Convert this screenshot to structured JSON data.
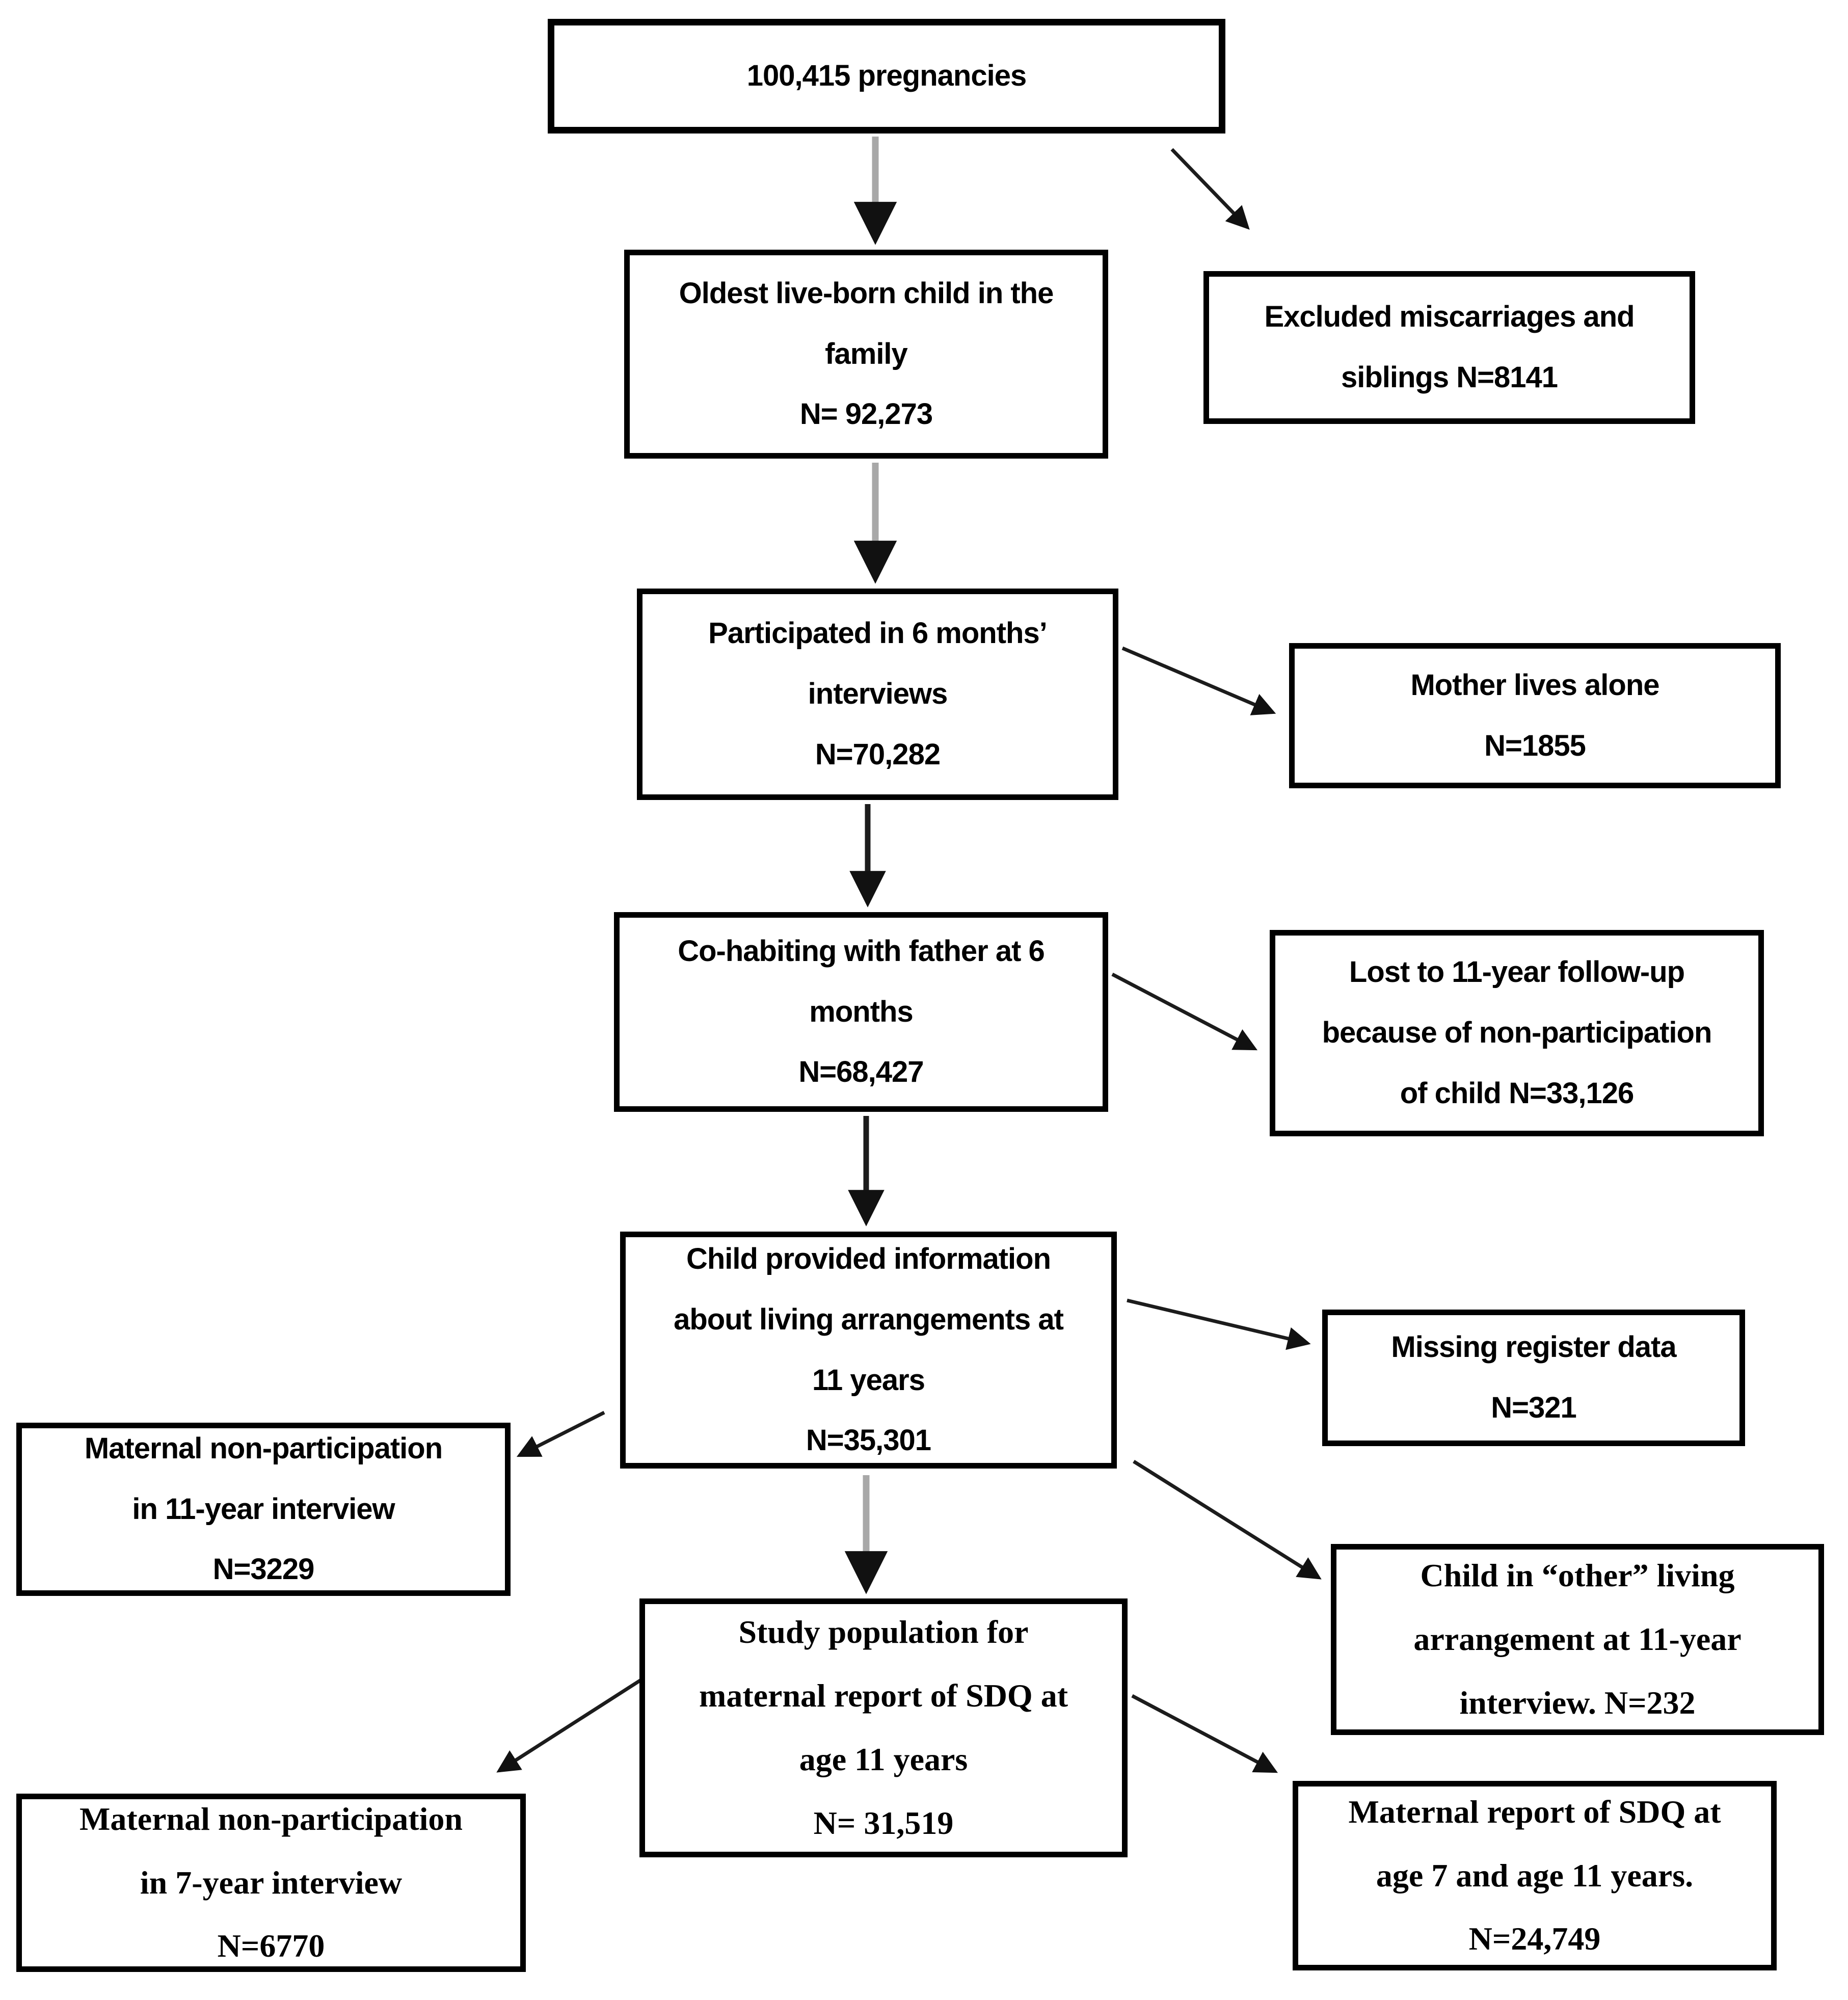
{
  "figure": {
    "type": "study-flow-diagram",
    "background": "#ffffff"
  },
  "colors": {
    "box_border": "#000000",
    "text": "#000000",
    "arrow_black": "#1c1c1c",
    "arrow_gray_shaft": "#a8a8a8",
    "arrowhead": "#111111"
  },
  "boxes": [
    {
      "id": "pregnancies",
      "lines": [
        "100,415 pregnancies"
      ]
    },
    {
      "id": "oldest",
      "lines": [
        "Oldest live-born child in the",
        "family",
        "N= 92,273"
      ]
    },
    {
      "id": "excluded",
      "lines": [
        "Excluded miscarriages and",
        "siblings N=8141"
      ]
    },
    {
      "id": "participated",
      "lines": [
        "Participated in 6 months’",
        "interviews",
        "N=70,282"
      ]
    },
    {
      "id": "mother-alone",
      "lines": [
        "Mother lives alone",
        "N=1855"
      ]
    },
    {
      "id": "cohabiting",
      "lines": [
        "Co-habiting with father at 6",
        "months",
        "N=68,427"
      ]
    },
    {
      "id": "lost",
      "lines": [
        "Lost to 11-year follow-up",
        "because of non-participation",
        "of child N=33,126"
      ]
    },
    {
      "id": "child-info",
      "lines": [
        "Child provided information",
        "about living arrangements at",
        "11 years",
        "N=35,301"
      ]
    },
    {
      "id": "missing",
      "lines": [
        "Missing register data",
        "N=321"
      ]
    },
    {
      "id": "maternal-11",
      "lines": [
        "Maternal non-participation",
        "in 11-year interview",
        "N=3229"
      ]
    },
    {
      "id": "study-pop",
      "lines": [
        "Study population for",
        "maternal report of SDQ at",
        "age 11 years",
        "N= 31,519"
      ]
    },
    {
      "id": "child-other",
      "lines": [
        "Child in “other” living",
        "arrangement at 11-year",
        "interview. N=232"
      ]
    },
    {
      "id": "maternal-7",
      "lines": [
        "Maternal non-participation",
        "in 7-year interview",
        "N=6770"
      ]
    },
    {
      "id": "maternal-sdq",
      "lines": [
        "Maternal report of SDQ at",
        "age 7 and age 11 years.",
        "N=24,749"
      ]
    }
  ],
  "edges": [
    {
      "from": "pregnancies",
      "to": "oldest",
      "style": "gray-vertical"
    },
    {
      "from": "pregnancies",
      "to": "excluded",
      "style": "black-diagonal"
    },
    {
      "from": "oldest",
      "to": "participated",
      "style": "gray-vertical"
    },
    {
      "from": "participated",
      "to": "mother-alone",
      "style": "black-diagonal"
    },
    {
      "from": "participated",
      "to": "cohabiting",
      "style": "black-vertical"
    },
    {
      "from": "cohabiting",
      "to": "lost",
      "style": "black-diagonal"
    },
    {
      "from": "cohabiting",
      "to": "child-info",
      "style": "black-vertical"
    },
    {
      "from": "child-info",
      "to": "missing",
      "style": "black-diagonal"
    },
    {
      "from": "child-info",
      "to": "maternal-11",
      "style": "black-diagonal"
    },
    {
      "from": "child-info",
      "to": "child-other",
      "style": "black-diagonal"
    },
    {
      "from": "child-info",
      "to": "study-pop",
      "style": "gray-vertical"
    },
    {
      "from": "study-pop",
      "to": "maternal-7",
      "style": "black-diagonal"
    },
    {
      "from": "study-pop",
      "to": "maternal-sdq",
      "style": "black-diagonal"
    }
  ]
}
